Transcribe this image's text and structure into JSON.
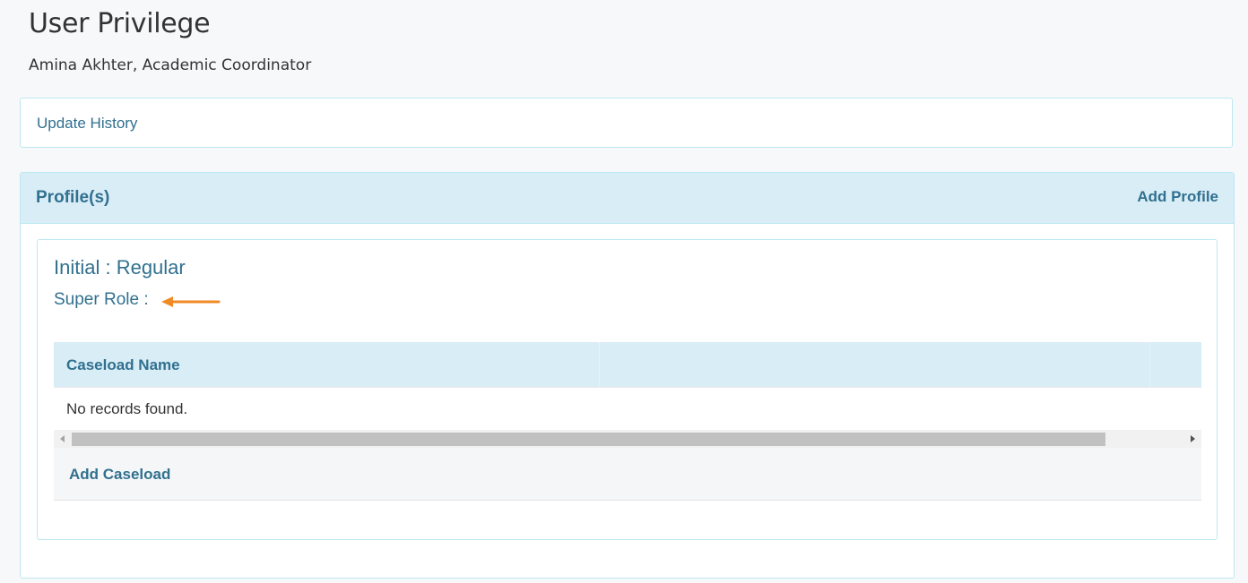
{
  "header": {
    "title": "User Privilege",
    "subtitle": "Amina Akhter, Academic Coordinator"
  },
  "history": {
    "link_label": "Update History"
  },
  "profiles": {
    "title": "Profile(s)",
    "add_label": "Add Profile",
    "items": [
      {
        "name": "Initial : Regular",
        "super_role_label": "Super Role :",
        "caseload_table": {
          "columns": [
            "Caseload Name",
            "",
            ""
          ],
          "empty_message": "No records found."
        },
        "add_caseload_label": "Add Caseload"
      }
    ]
  },
  "colors": {
    "accent": "#31708f",
    "panel_heading_bg": "#d9edf7",
    "panel_border": "#bce8f1",
    "annotation_arrow": "#f08a24"
  },
  "icons": {
    "annotation": "arrow-left-icon",
    "scroll_left": "triangle-left-icon",
    "scroll_right": "triangle-right-icon"
  }
}
